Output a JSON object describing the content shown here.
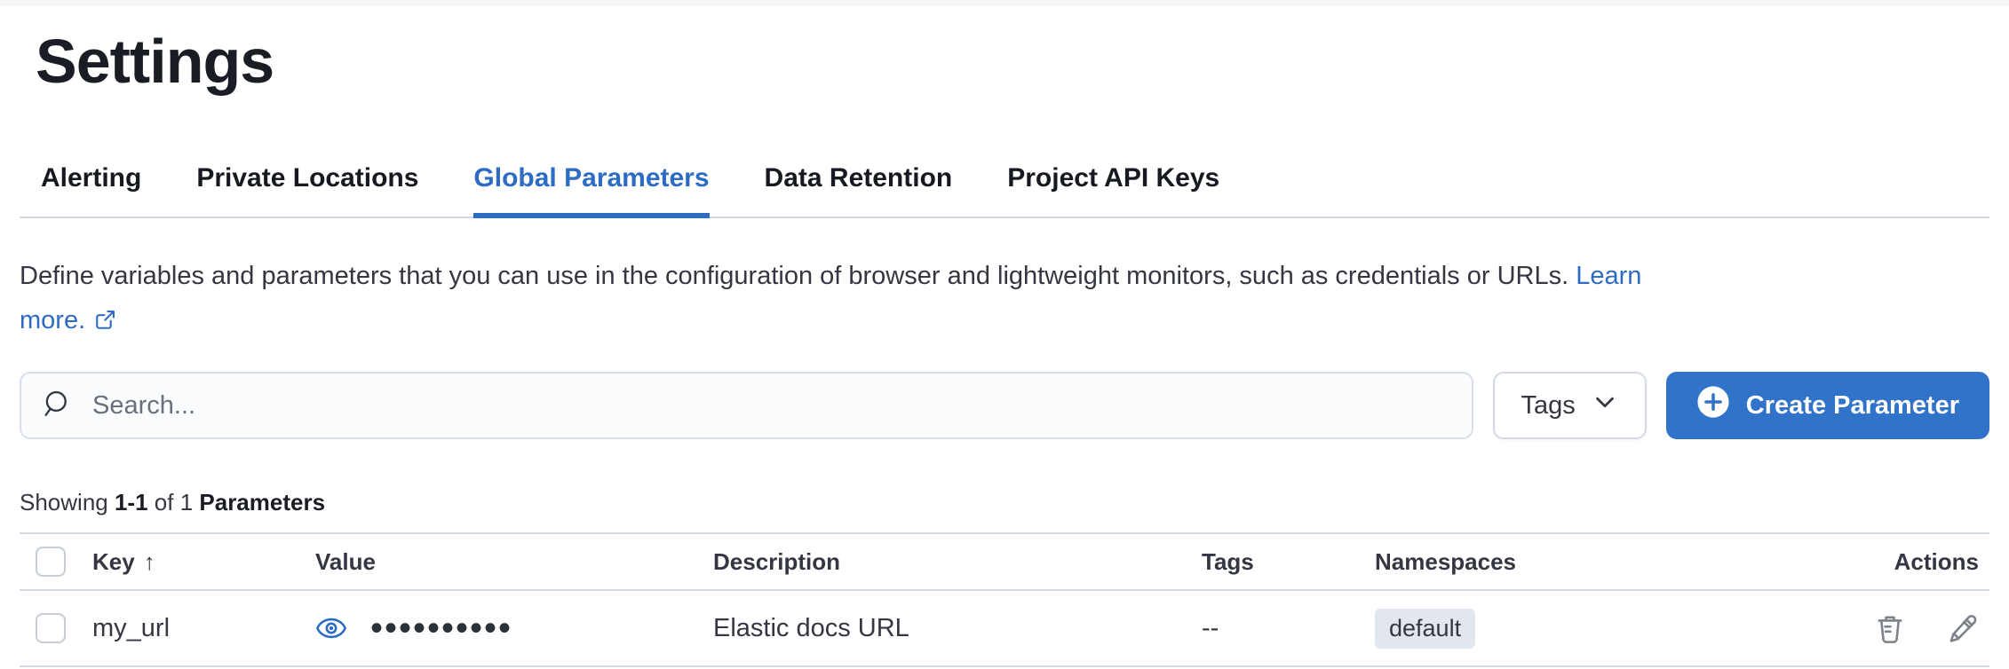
{
  "page": {
    "title": "Settings"
  },
  "tabs": [
    {
      "label": "Alerting",
      "active": false
    },
    {
      "label": "Private Locations",
      "active": false
    },
    {
      "label": "Global Parameters",
      "active": true
    },
    {
      "label": "Data Retention",
      "active": false
    },
    {
      "label": "Project API Keys",
      "active": false
    }
  ],
  "description": {
    "text": "Define variables and parameters that you can use in the configuration of browser and lightweight monitors, such as credentials or URLs.",
    "link_text": "Learn more.",
    "link_line1": "Learn",
    "link_line2": "more."
  },
  "toolbar": {
    "search_placeholder": "Search...",
    "search_value": "",
    "tags_label": "Tags",
    "create_label": "Create Parameter"
  },
  "summary": {
    "prefix": "Showing",
    "range": "1-1",
    "connector": "of 1",
    "entity": "Parameters"
  },
  "table": {
    "headers": {
      "key": "Key",
      "sort_icon": "↑",
      "value": "Value",
      "description": "Description",
      "tags": "Tags",
      "namespaces": "Namespaces",
      "actions": "Actions"
    },
    "rows": [
      {
        "key": "my_url",
        "value_masked": "••••••••••",
        "description": "Elastic docs URL",
        "tags": "--",
        "namespace": "default"
      }
    ]
  },
  "colors": {
    "accent_blue": "#3173c8",
    "link_blue": "#2e6cc4",
    "border_gray": "#d3dae6",
    "badge_bg": "#e1e6ef",
    "text_dark": "#343741",
    "title_dark": "#1a1d23"
  }
}
